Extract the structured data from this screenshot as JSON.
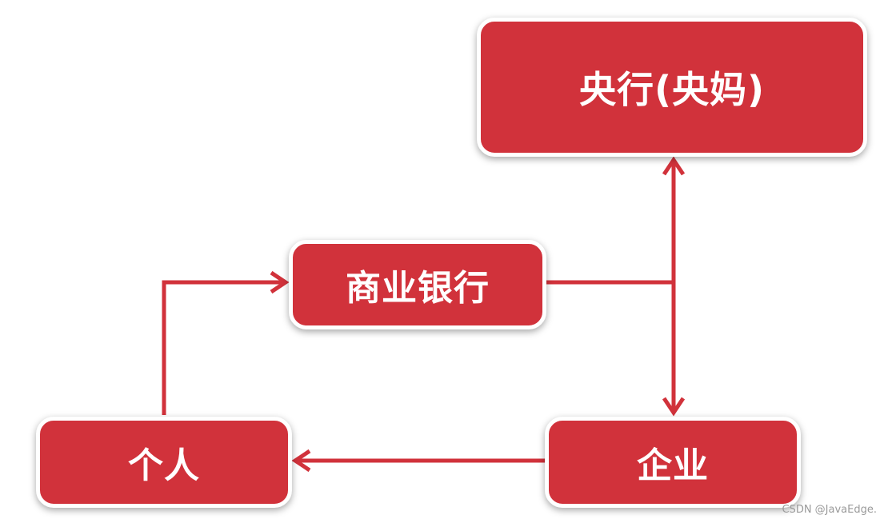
{
  "nodes": {
    "central_bank": "央行(央妈)",
    "commercial_bank": "商业银行",
    "individual": "个人",
    "enterprise": "企业"
  },
  "watermark": "CSDN @JavaEdge.",
  "colors": {
    "node_fill": "#d1323b",
    "connector": "#d1323b",
    "background": "#ffffff"
  }
}
